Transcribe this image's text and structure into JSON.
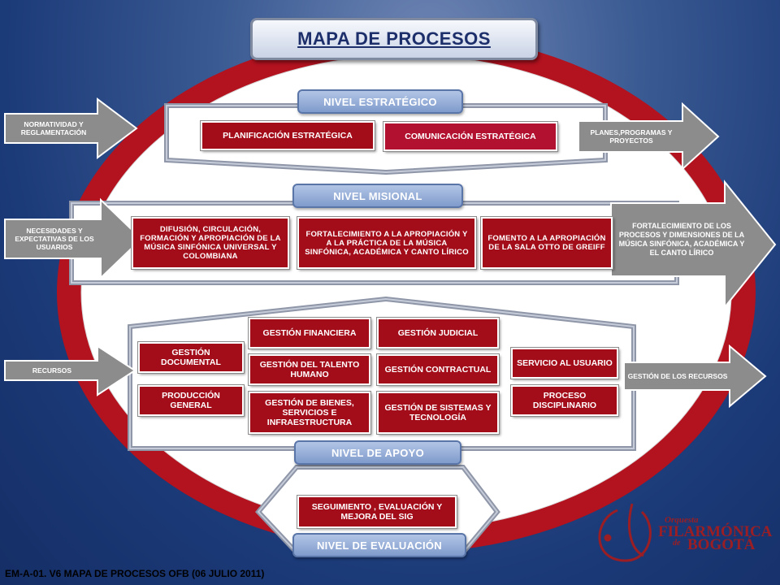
{
  "title": "MAPA DE PROCESOS",
  "levels": {
    "strategic": "NIVEL ESTRATÉGICO",
    "missional": "NIVEL MISIONAL",
    "support": "NIVEL DE APOYO",
    "evaluation": "NIVEL DE EVALUACIÓN"
  },
  "strategic_processes": [
    "PLANIFICACIÓN ESTRATÉGICA",
    "COMUNICACIÓN ESTRATÉGICA"
  ],
  "missional_processes": [
    "DIFUSIÓN, CIRCULACIÓN, FORMACIÓN Y APROPIACIÓN DE LA MÚSICA SINFÓNICA UNIVERSAL Y COLOMBIANA",
    "FORTALECIMIENTO A LA APROPIACIÓN Y A LA PRÁCTICA DE LA MÚSICA SINFÓNICA, ACADÉMICA Y CANTO LÍRICO",
    "FOMENTO A LA APROPIACIÓN DE LA SALA OTTO DE GREIFF"
  ],
  "support_processes": {
    "gestion_documental": "GESTIÓN DOCUMENTAL",
    "produccion_general": "PRODUCCIÓN GENERAL",
    "gestion_financiera": "GESTIÓN FINANCIERA",
    "gestion_talento": "GESTIÓN DEL TALENTO HUMANO",
    "gestion_bienes": "GESTIÓN DE BIENES, SERVICIOS E INFRAESTRUCTURA",
    "gestion_judicial": "GESTIÓN JUDICIAL",
    "gestion_contractual": "GESTIÓN CONTRACTUAL",
    "gestion_sistemas": "GESTIÓN DE SISTEMAS Y TECNOLOGÍA",
    "servicio_usuario": "SERVICIO AL USUARIO",
    "proceso_disciplinario": "PROCESO DISCIPLINARIO"
  },
  "evaluation_process": "SEGUIMIENTO , EVALUACIÓN Y MEJORA DEL SIG",
  "inputs": {
    "normatividad": "NORMATIVIDAD Y REGLAMENTACIÓN",
    "necesidades": "NECESIDADES Y EXPECTATIVAS DE LOS USUARIOS",
    "recursos": "RECURSOS"
  },
  "outputs": {
    "planes": "PLANES,PROGRAMAS Y PROYECTOS",
    "fortalecimiento": "FORTALECIMIENTO DE LOS PROCESOS Y DIMENSIONES DE LA MÚSICA SINFÓNICA, ACADÉMICA Y EL CANTO LÍRICO",
    "gestion_recursos": "GESTIÓN DE LOS RECURSOS"
  },
  "footer": "EM-A-01. V6  MAPA DE PROCESOS OFB (06 JULIO 2011)",
  "logo": {
    "line1": "Orquesta",
    "line2": "FILARMÓNICA",
    "line3": "de",
    "line4": "BOGOTÁ"
  },
  "colors": {
    "process_red": "#a30d1a",
    "ellipse_red": "#b3121f",
    "level_blue": "#8aa3d2",
    "arrow_gray": "#8c8c8c"
  }
}
